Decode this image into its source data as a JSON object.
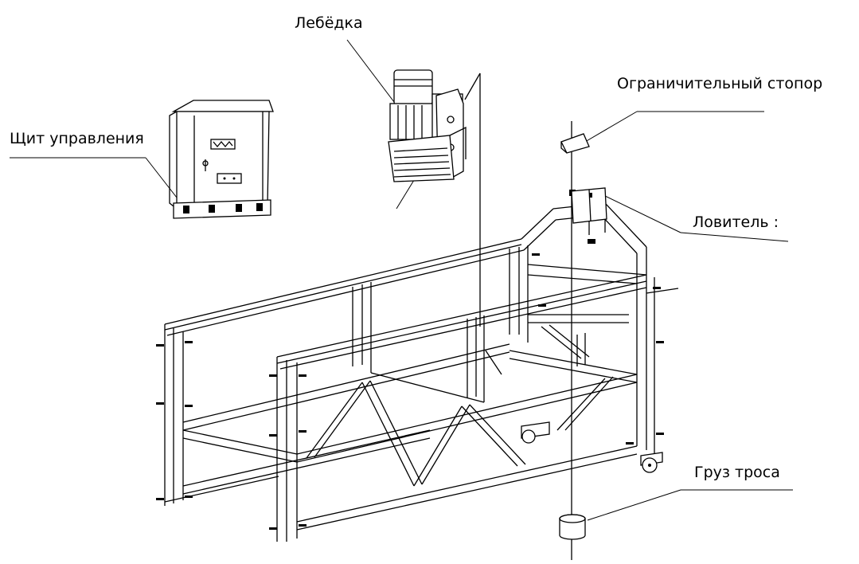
{
  "labels": {
    "winch": "Лебёдка",
    "limit_stop": "Ограничительный стопор",
    "control_panel": "Щит управления",
    "catcher": "Ловитель :",
    "rope_weight": "Груз троса"
  }
}
